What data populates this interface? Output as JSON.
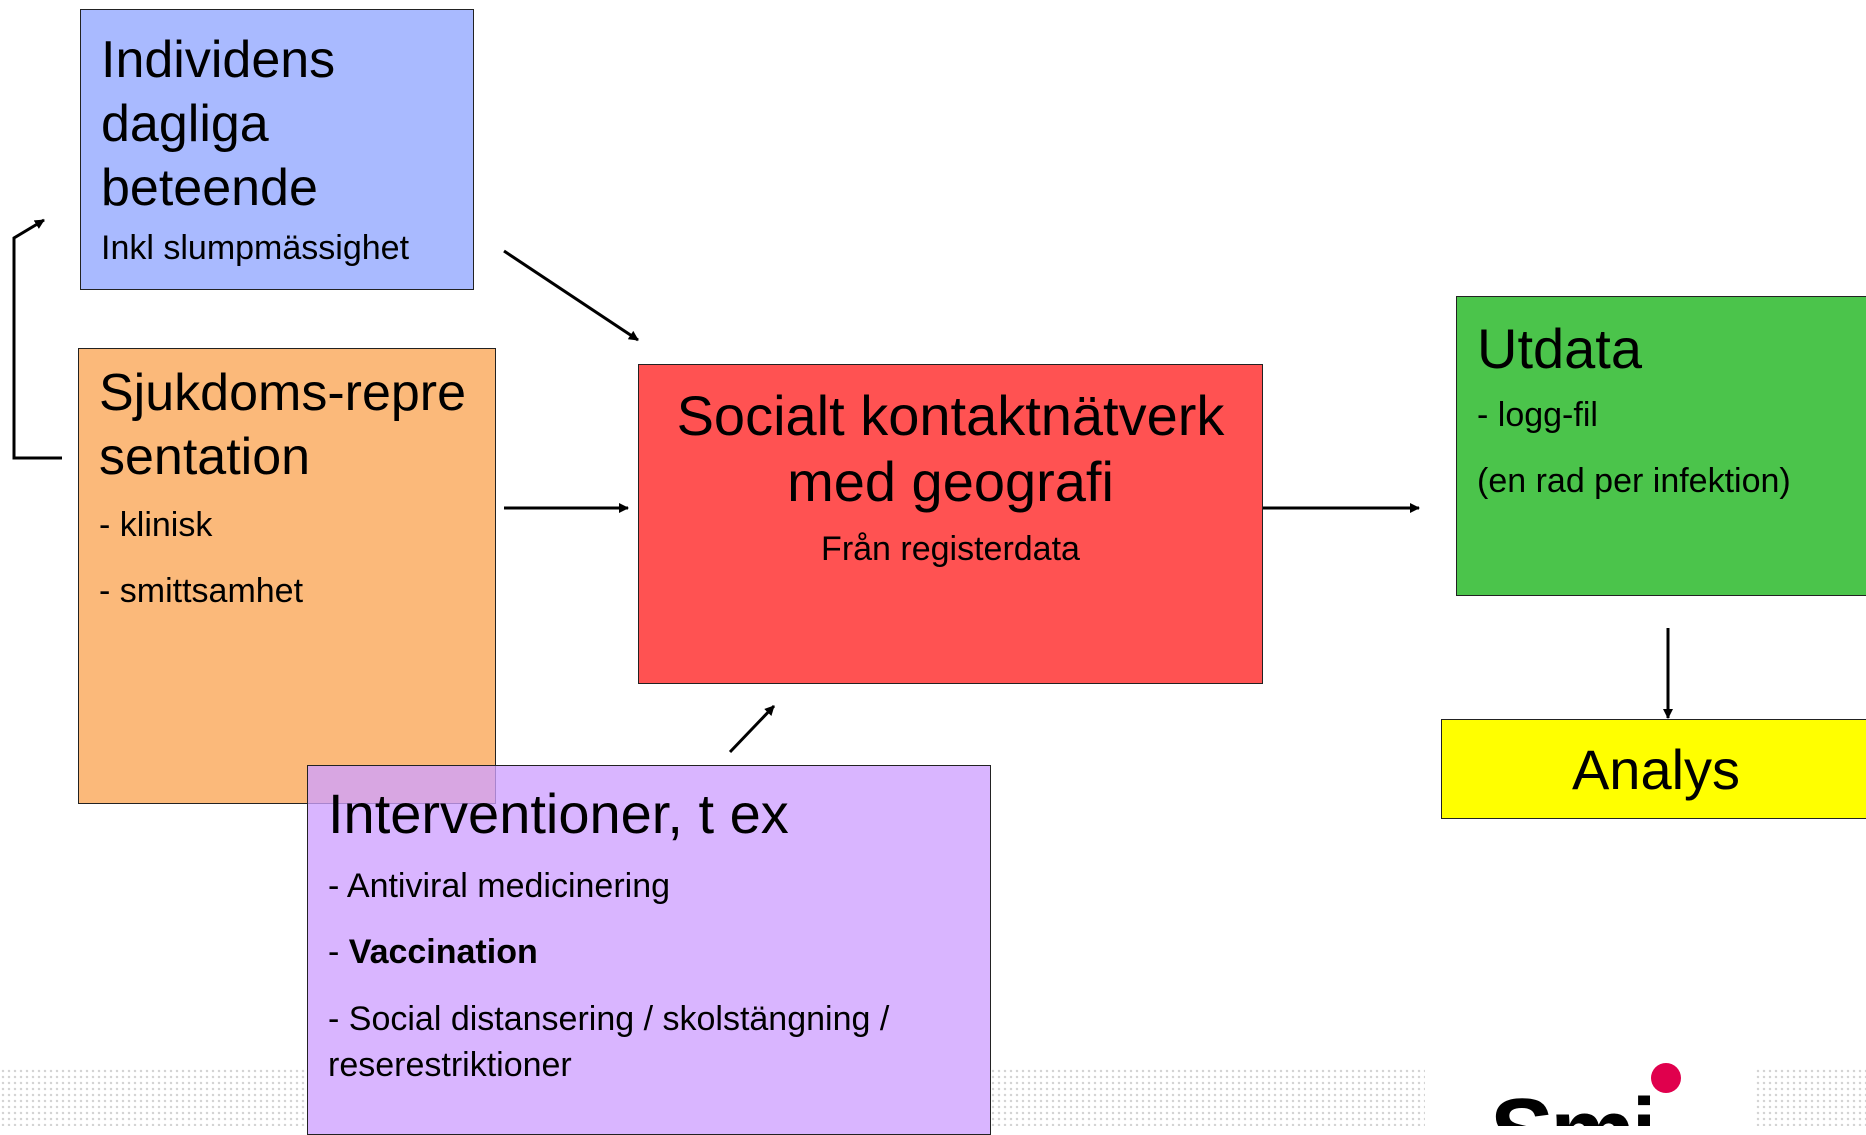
{
  "boxes": {
    "individ": {
      "title": "Individens dagliga beteende",
      "sub": "Inkl slumpmässighet"
    },
    "sjukdom": {
      "title": "Sjukdoms-representation",
      "items": [
        "- klinisk",
        "- smittsamhet"
      ]
    },
    "socialt": {
      "title": "Socialt kontaktnätverk med geografi",
      "sub": "Från registerdata"
    },
    "utdata": {
      "title": "Utdata",
      "items": [
        "- logg-fil",
        "(en rad per infektion)"
      ]
    },
    "analys": {
      "title": "Analys"
    },
    "interventioner": {
      "title": "Interventioner, t ex",
      "items": {
        "antiviral": "- Antiviral medicinering",
        "vacc_prefix": "- ",
        "vacc": "Vaccination",
        "social": "- Social distansering / skolstängning / reserestriktioner"
      }
    }
  },
  "logo": {
    "text": "Smi",
    "dot_color": "#e0004d"
  },
  "colors": {
    "individ": "#a9baff",
    "sjukdom": "#fbb97a",
    "socialt": "#ff5252",
    "utdata": "#4bc44b",
    "analys": "#ffff00",
    "interventioner": "#cea0ff"
  }
}
